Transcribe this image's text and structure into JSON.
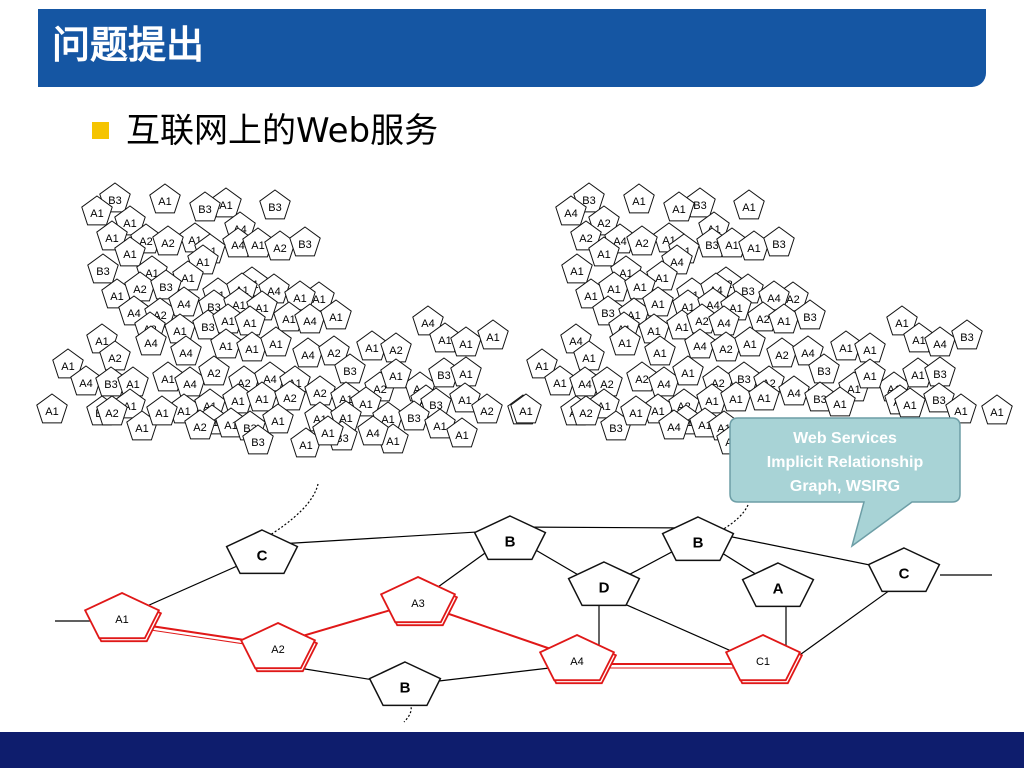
{
  "slide": {
    "title": "问题提出",
    "bullet": "互联网上的Web服务"
  },
  "callout": {
    "lines": [
      "Web Services",
      "Implicit Relationship",
      "Graph, WSIRG"
    ]
  },
  "colors": {
    "title_bar": "#1556a3",
    "bullet": "#f5c400",
    "footer": "#0e1d6d",
    "callout_fill": "#a8d3d6",
    "highlight": "#e01818"
  },
  "cluster": [
    "B3",
    "A1",
    "A1",
    "B3",
    "A1",
    "B3",
    "A1",
    "A4",
    "A1",
    "A2",
    "A1",
    "A2",
    "A4",
    "A1",
    "A2",
    "B3",
    "A1",
    "A1",
    "B3",
    "A1",
    "A1",
    "A1",
    "A1",
    "A4",
    "A1",
    "A2",
    "B3",
    "A1",
    "A1",
    "A1",
    "A1",
    "A4",
    "A2",
    "A4",
    "B3",
    "A1",
    "A1",
    "A1",
    "A4",
    "A1",
    "A2",
    "A1",
    "B3",
    "A1",
    "A1",
    "A1",
    "A2",
    "A4",
    "A4",
    "A1",
    "A1",
    "A1",
    "A4",
    "A2",
    "A1",
    "A2",
    "A4",
    "A1",
    "A1",
    "A1",
    "A1",
    "A4",
    "B3",
    "A1",
    "A1",
    "A4",
    "A2",
    "A2",
    "A4",
    "A1",
    "A2",
    "B3",
    "A2",
    "A4",
    "B3",
    "A1",
    "A1",
    "A1",
    "B3",
    "A1",
    "A1",
    "A1",
    "A1",
    "A2",
    "A1",
    "A1",
    "A1",
    "B3",
    "A1",
    "A2",
    "A1",
    "B3",
    "A1",
    "A1",
    "A1",
    "B3",
    "A1",
    "A1",
    "A1",
    "A1"
  ],
  "graph": {
    "gray_nodes": [
      {
        "id": "c-left",
        "label": "C"
      },
      {
        "id": "b-top-left",
        "label": "B"
      },
      {
        "id": "b-top-right",
        "label": "B"
      },
      {
        "id": "d",
        "label": "D"
      },
      {
        "id": "a",
        "label": "A"
      },
      {
        "id": "c-right",
        "label": "C"
      },
      {
        "id": "b-bottom",
        "label": "B"
      }
    ],
    "red_nodes": [
      {
        "id": "a1",
        "label": "A1"
      },
      {
        "id": "a2",
        "label": "A2"
      },
      {
        "id": "a3",
        "label": "A3"
      },
      {
        "id": "a4",
        "label": "A4"
      },
      {
        "id": "c1",
        "label": "C1"
      }
    ]
  }
}
